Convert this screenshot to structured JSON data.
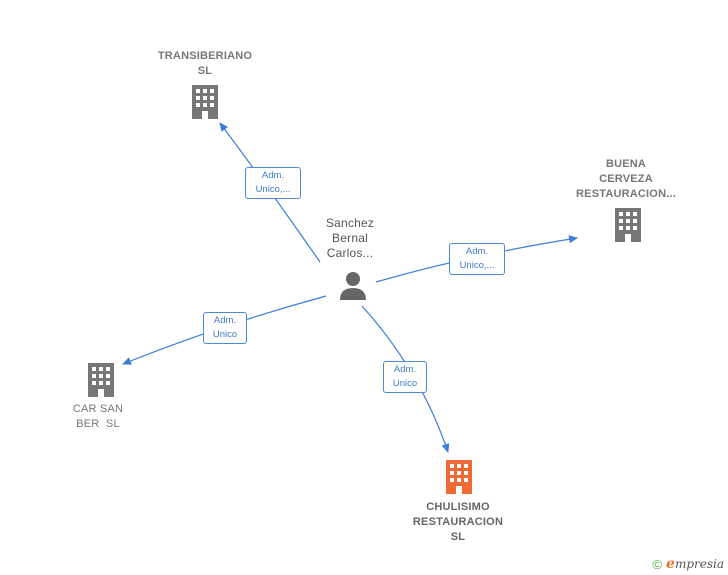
{
  "colors": {
    "edge": "#3b7dd8",
    "company_icon": "#777777",
    "highlight_icon": "#f06a35",
    "person_icon": "#666666"
  },
  "person": {
    "name_lines": [
      "Sanchez",
      "Bernal",
      "Carlos..."
    ],
    "icon": "person-icon"
  },
  "companies": {
    "transiberiano": {
      "lines": [
        "TRANSIBERIANO",
        "SL"
      ],
      "icon": "building-icon"
    },
    "buena_cerveza": {
      "lines": [
        "BUENA",
        "CERVEZA",
        "RESTAURACION..."
      ],
      "icon": "building-icon"
    },
    "car_san_ber": {
      "lines": [
        "CAR SAN",
        "BER  SL"
      ],
      "icon": "building-icon"
    },
    "chulisimo": {
      "lines": [
        "CHULISIMO",
        "RESTAURACION",
        "SL"
      ],
      "icon": "building-icon"
    }
  },
  "edges": {
    "transiberiano": {
      "lines": [
        "Adm.",
        "Unico,..."
      ]
    },
    "buena_cerveza": {
      "lines": [
        "Adm.",
        "Unico,..."
      ]
    },
    "car_san_ber": {
      "lines": [
        "Adm.",
        "Unico"
      ]
    },
    "chulisimo": {
      "lines": [
        "Adm.",
        "Unico"
      ]
    }
  },
  "footer": {
    "copyright": "©",
    "brand_initial": "e",
    "brand_rest": "mpresia"
  }
}
